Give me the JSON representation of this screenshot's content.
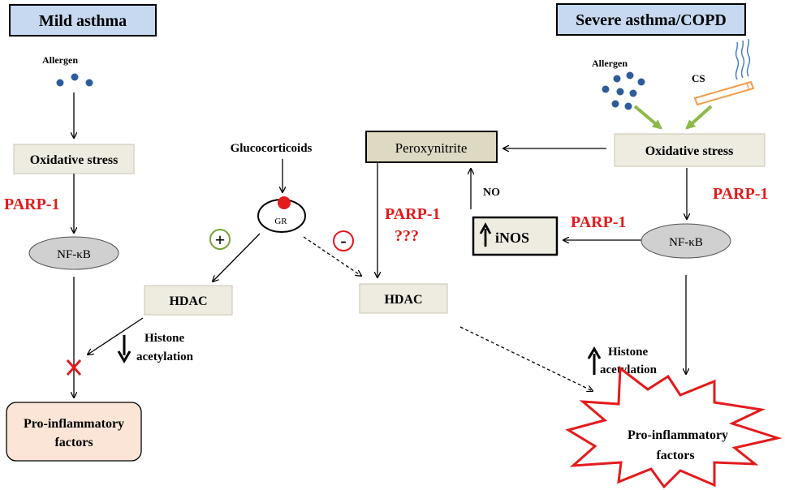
{
  "left_panel": {
    "title": "Mild asthma",
    "allergen": "Allergen",
    "oxidative_stress": "Oxidative stress",
    "parp": "PARP-1",
    "nfkb": "NF-κB",
    "hdac": "HDAC",
    "histone_line1": "Histone",
    "histone_line2": "acetylation",
    "proinflam_line1": "Pro-inflammatory",
    "proinflam_line2": "factors"
  },
  "center": {
    "glucocorticoids": "Glucocorticoids",
    "gr": "GR",
    "plus": "+",
    "minus": "-",
    "peroxynitrite": "Peroxynitrite",
    "parp": "PARP-1",
    "parp_q": "???",
    "hdac": "HDAC",
    "no": "NO",
    "inos": "iNOS",
    "inos_parp": "PARP-1"
  },
  "right_panel": {
    "title": "Severe asthma/COPD",
    "allergen": "Allergen",
    "cs": "CS",
    "oxidative_stress": "Oxidative stress",
    "parp": "PARP-1",
    "nfkb": "NF-κB",
    "histone_line1": "Histone",
    "histone_line2": "acetylation",
    "proinflam_line1": "Pro-inflammatory",
    "proinflam_line2": "factors"
  },
  "colors": {
    "title_fill": "#c6d9f1",
    "box_fill": "#eeece1",
    "peroxynitrite_fill": "#ddd9c3",
    "proinflam_fill": "#fbe5d6",
    "parp_red": "#e41a1c",
    "allergen_blue": "#2e5c9a",
    "green_arrow": "#8db94a",
    "plus_green": "#77a33a",
    "cigarette_orange": "#f39c4a",
    "smoke_blue": "#4a7fc0"
  }
}
